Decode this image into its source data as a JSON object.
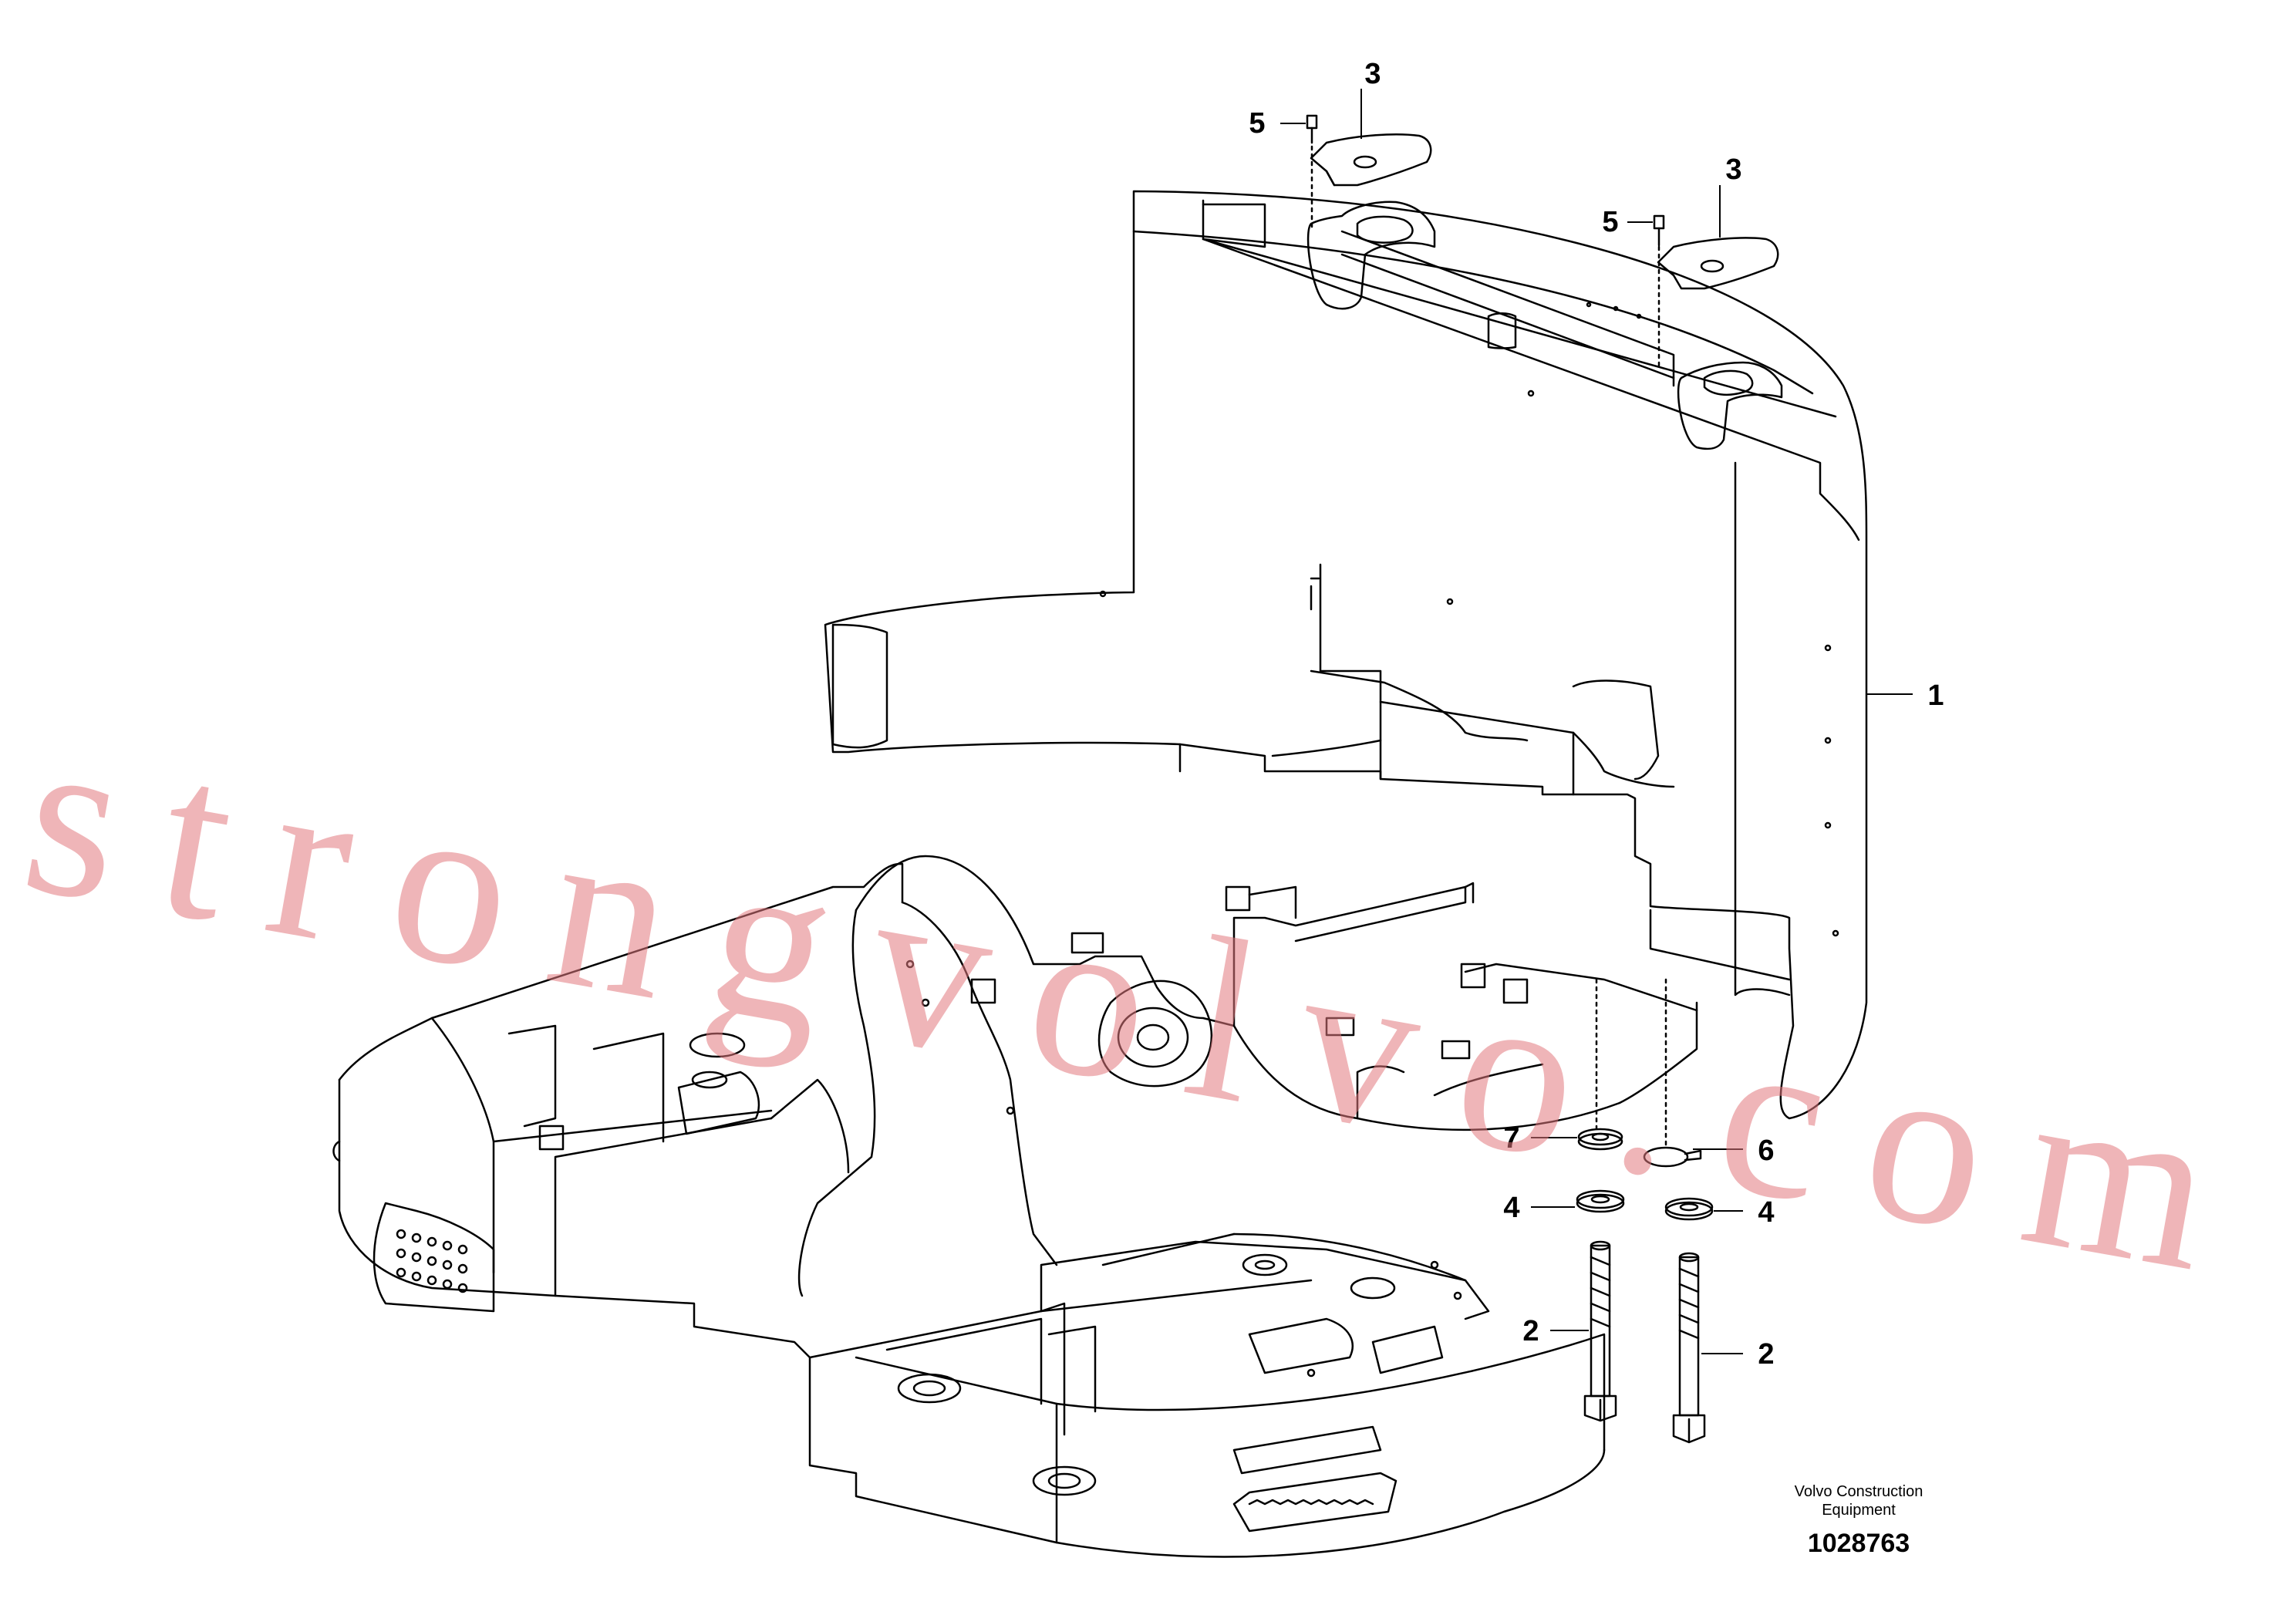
{
  "callouts": {
    "c1": "1",
    "c2a": "2",
    "c2b": "2",
    "c3a": "3",
    "c3b": "3",
    "c4a": "4",
    "c4b": "4",
    "c5a": "5",
    "c5b": "5",
    "c6": "6",
    "c7": "7"
  },
  "caption": {
    "line1": "Volvo Construction",
    "line2": "Equipment",
    "number": "1028763"
  },
  "watermark": "strongvolvo.com"
}
